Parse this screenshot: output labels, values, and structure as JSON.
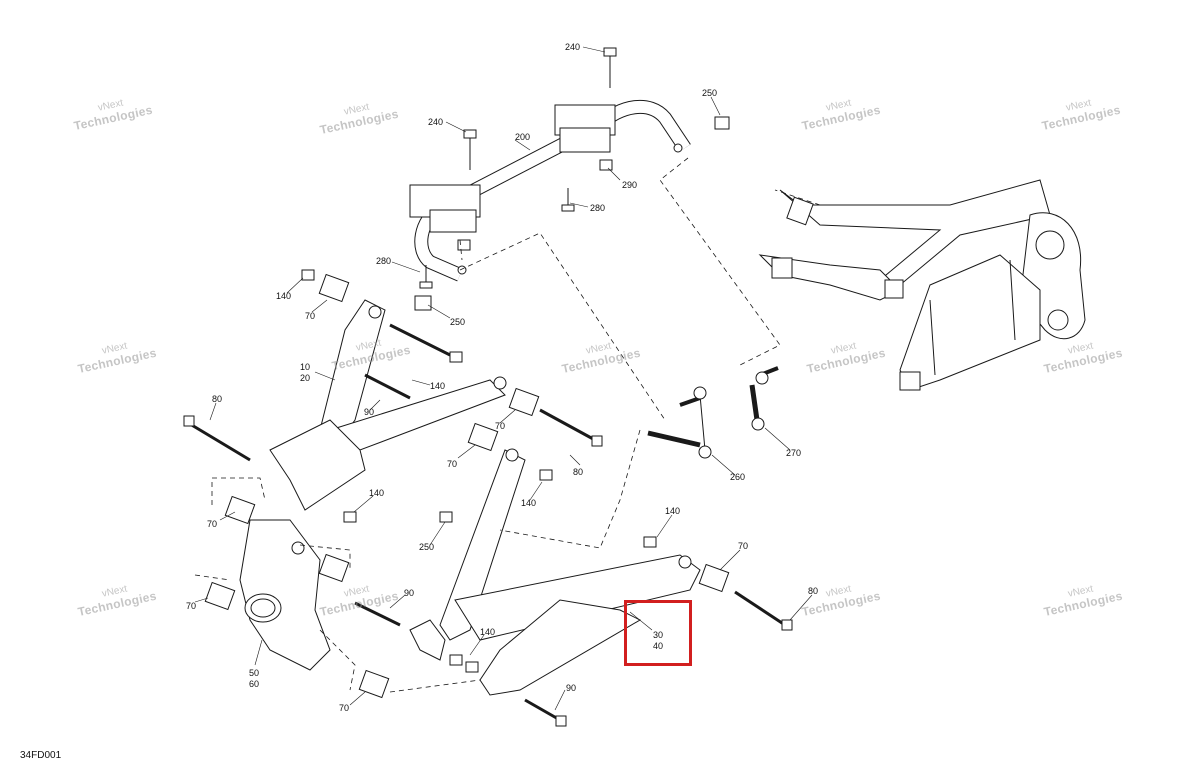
{
  "diagram": {
    "code": "34FD001",
    "watermark": {
      "line1": "vNext",
      "line2": "Technologies"
    },
    "highlight_color": "#d21f1f",
    "part_labels": [
      {
        "id": "l240a",
        "text": "240"
      },
      {
        "id": "l250a",
        "text": "250"
      },
      {
        "id": "l240b",
        "text": "240"
      },
      {
        "id": "l200",
        "text": "200"
      },
      {
        "id": "l290",
        "text": "290"
      },
      {
        "id": "l280a",
        "text": "280"
      },
      {
        "id": "l280b",
        "text": "280"
      },
      {
        "id": "l250b",
        "text": "250"
      },
      {
        "id": "l140a",
        "text": "140"
      },
      {
        "id": "l70a",
        "text": "70"
      },
      {
        "id": "l10",
        "text": "10"
      },
      {
        "id": "l20",
        "text": "20"
      },
      {
        "id": "l140b",
        "text": "140"
      },
      {
        "id": "l90a",
        "text": "90"
      },
      {
        "id": "l80a",
        "text": "80"
      },
      {
        "id": "l70b",
        "text": "70"
      },
      {
        "id": "l70c",
        "text": "70"
      },
      {
        "id": "l80b",
        "text": "80"
      },
      {
        "id": "l140c",
        "text": "140"
      },
      {
        "id": "l140d",
        "text": "140"
      },
      {
        "id": "l250c",
        "text": "250"
      },
      {
        "id": "l260",
        "text": "260"
      },
      {
        "id": "l270",
        "text": "270"
      },
      {
        "id": "l70d",
        "text": "70"
      },
      {
        "id": "l70e",
        "text": "70"
      },
      {
        "id": "l140e",
        "text": "140"
      },
      {
        "id": "l70f",
        "text": "70"
      },
      {
        "id": "l80c",
        "text": "80"
      },
      {
        "id": "l90b",
        "text": "90"
      },
      {
        "id": "l140f",
        "text": "140"
      },
      {
        "id": "l50",
        "text": "50"
      },
      {
        "id": "l60",
        "text": "60"
      },
      {
        "id": "l70g",
        "text": "70"
      },
      {
        "id": "l90c",
        "text": "90"
      },
      {
        "id": "l30",
        "text": "30"
      },
      {
        "id": "l40",
        "text": "40"
      }
    ]
  }
}
